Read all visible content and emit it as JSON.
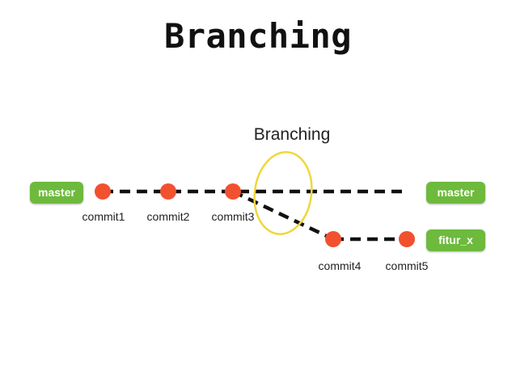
{
  "slide": {
    "title": "Branching"
  },
  "diagram": {
    "annotation": "Branching",
    "branch_tags": {
      "master_left": "master",
      "master_right": "master",
      "feature": "fitur_x"
    },
    "commits": [
      {
        "id": "commit1",
        "branch": "master"
      },
      {
        "id": "commit2",
        "branch": "master"
      },
      {
        "id": "commit3",
        "branch": "master"
      },
      {
        "id": "commit4",
        "branch": "fitur_x"
      },
      {
        "id": "commit5",
        "branch": "fitur_x"
      }
    ],
    "colors": {
      "commit_dot": "#f1512f",
      "branch_tag": "#6dba3c",
      "highlight_ring": "#f0d73a",
      "connector": "#111111"
    }
  }
}
